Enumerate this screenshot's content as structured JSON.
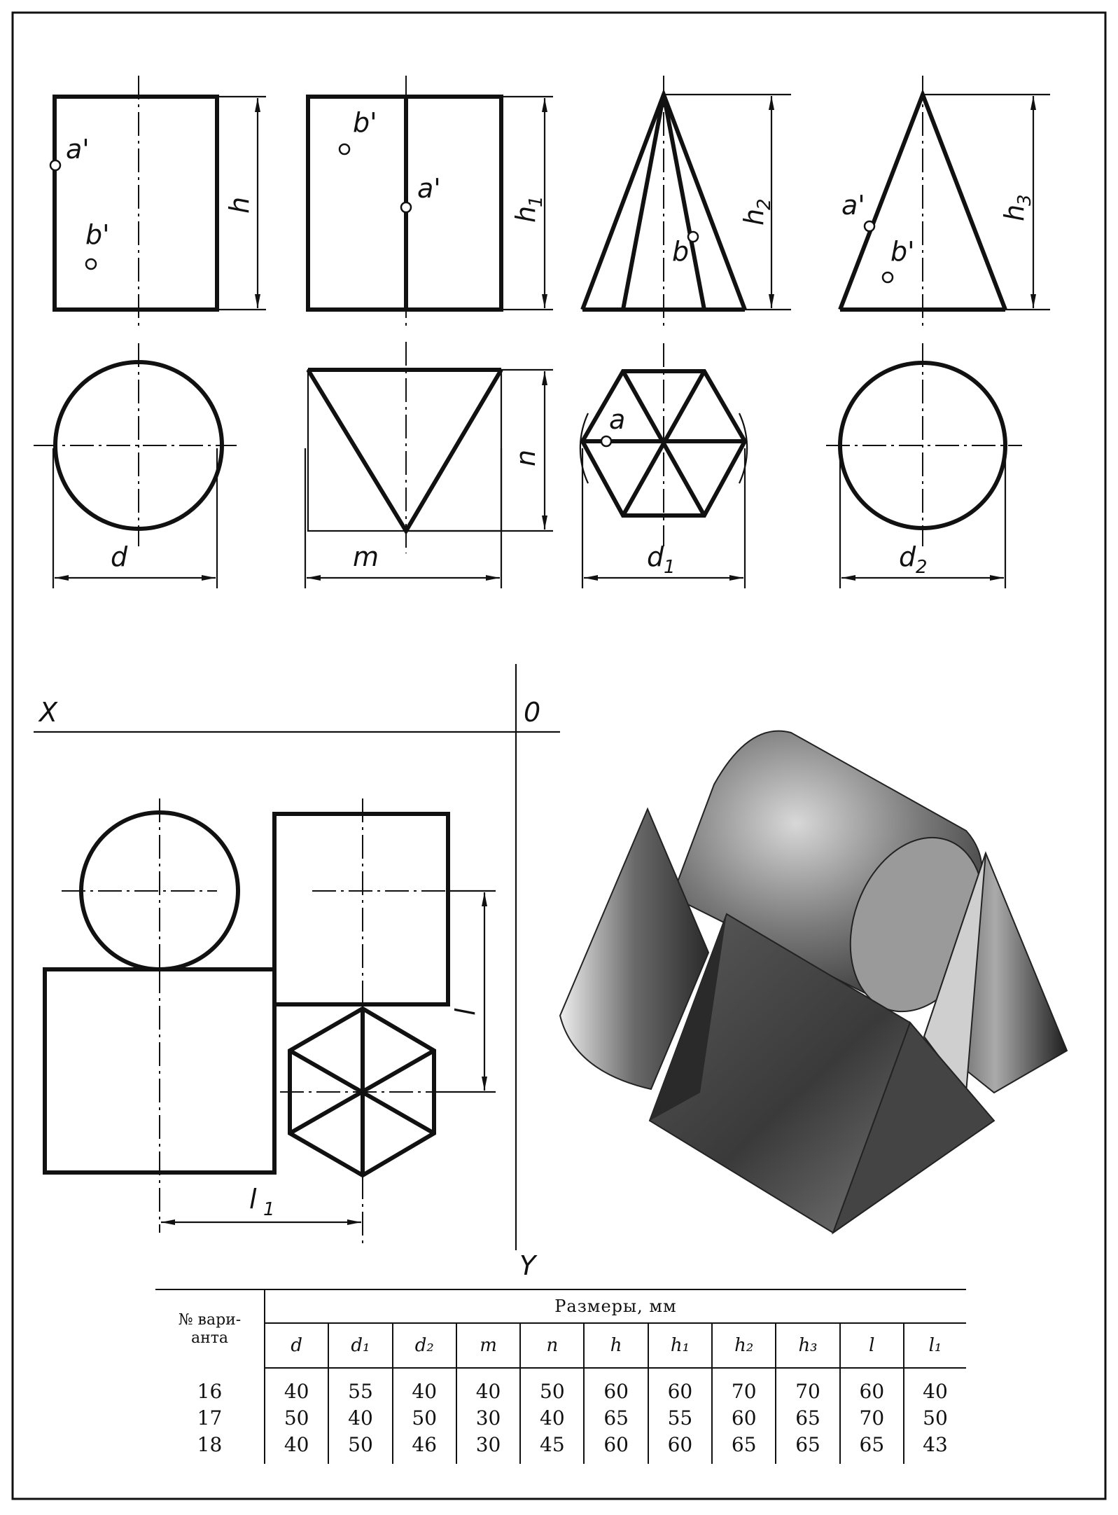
{
  "labels": {
    "a1": "a'",
    "b1": "b'",
    "a2": "a'",
    "b2": "b'",
    "b3": "b'",
    "a4": "a'",
    "b4": "b'",
    "a_hex": "a",
    "h": "h",
    "h1": "h",
    "h1_sub": "1",
    "h2": "h",
    "h2_sub": "2",
    "h3": "h",
    "h3_sub": "3",
    "d": "d",
    "m": "m",
    "n": "n",
    "d1": "d",
    "d1_sub": "1",
    "d2": "d",
    "d2_sub": "2",
    "x": "X",
    "o": "0",
    "y": "Y",
    "l": "l",
    "l1": "l",
    "l1_sub": "1"
  },
  "table": {
    "variant_header_line1": "№ вари-",
    "variant_header_line2": "анта",
    "dims_header": "Размеры, мм",
    "columns": [
      "d",
      "d₁",
      "d₂",
      "m",
      "n",
      "h",
      "h₁",
      "h₂",
      "h₃",
      "l",
      "l₁"
    ],
    "rows": [
      {
        "variant": "16",
        "values": [
          "40",
          "55",
          "40",
          "40",
          "50",
          "60",
          "60",
          "70",
          "70",
          "60",
          "40"
        ]
      },
      {
        "variant": "17",
        "values": [
          "50",
          "40",
          "50",
          "30",
          "40",
          "65",
          "55",
          "60",
          "65",
          "70",
          "50"
        ]
      },
      {
        "variant": "18",
        "values": [
          "40",
          "50",
          "46",
          "30",
          "45",
          "60",
          "60",
          "65",
          "65",
          "65",
          "43"
        ]
      }
    ]
  }
}
